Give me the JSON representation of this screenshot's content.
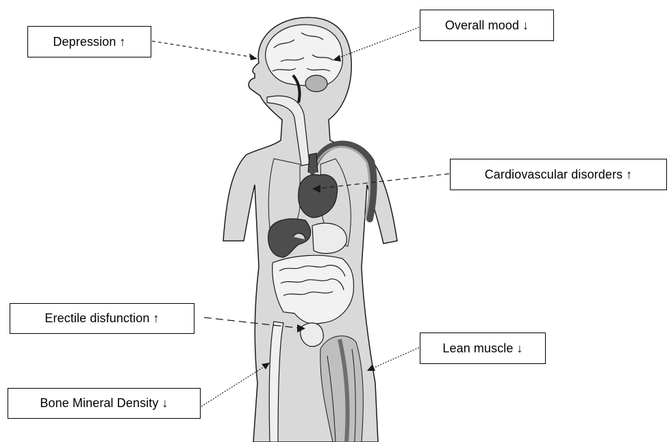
{
  "labels": {
    "depression": {
      "text": "Depression",
      "arrow": "↑"
    },
    "overall_mood": {
      "text": "Overall mood",
      "arrow": "↓"
    },
    "cardiovascular": {
      "text": "Cardiovascular disorders",
      "arrow": "↑"
    },
    "erectile": {
      "text": "Erectile disfunction",
      "arrow": "↑"
    },
    "lean_muscle": {
      "text": "Lean muscle",
      "arrow": "↓"
    },
    "bone_density": {
      "text": "Bone Mineral Density",
      "arrow": "↓"
    }
  },
  "colors": {
    "body_fill": "#d9d9d9",
    "outline": "#1a1a1a",
    "organ_dark": "#4d4d4d",
    "organ_light": "#ececec"
  }
}
